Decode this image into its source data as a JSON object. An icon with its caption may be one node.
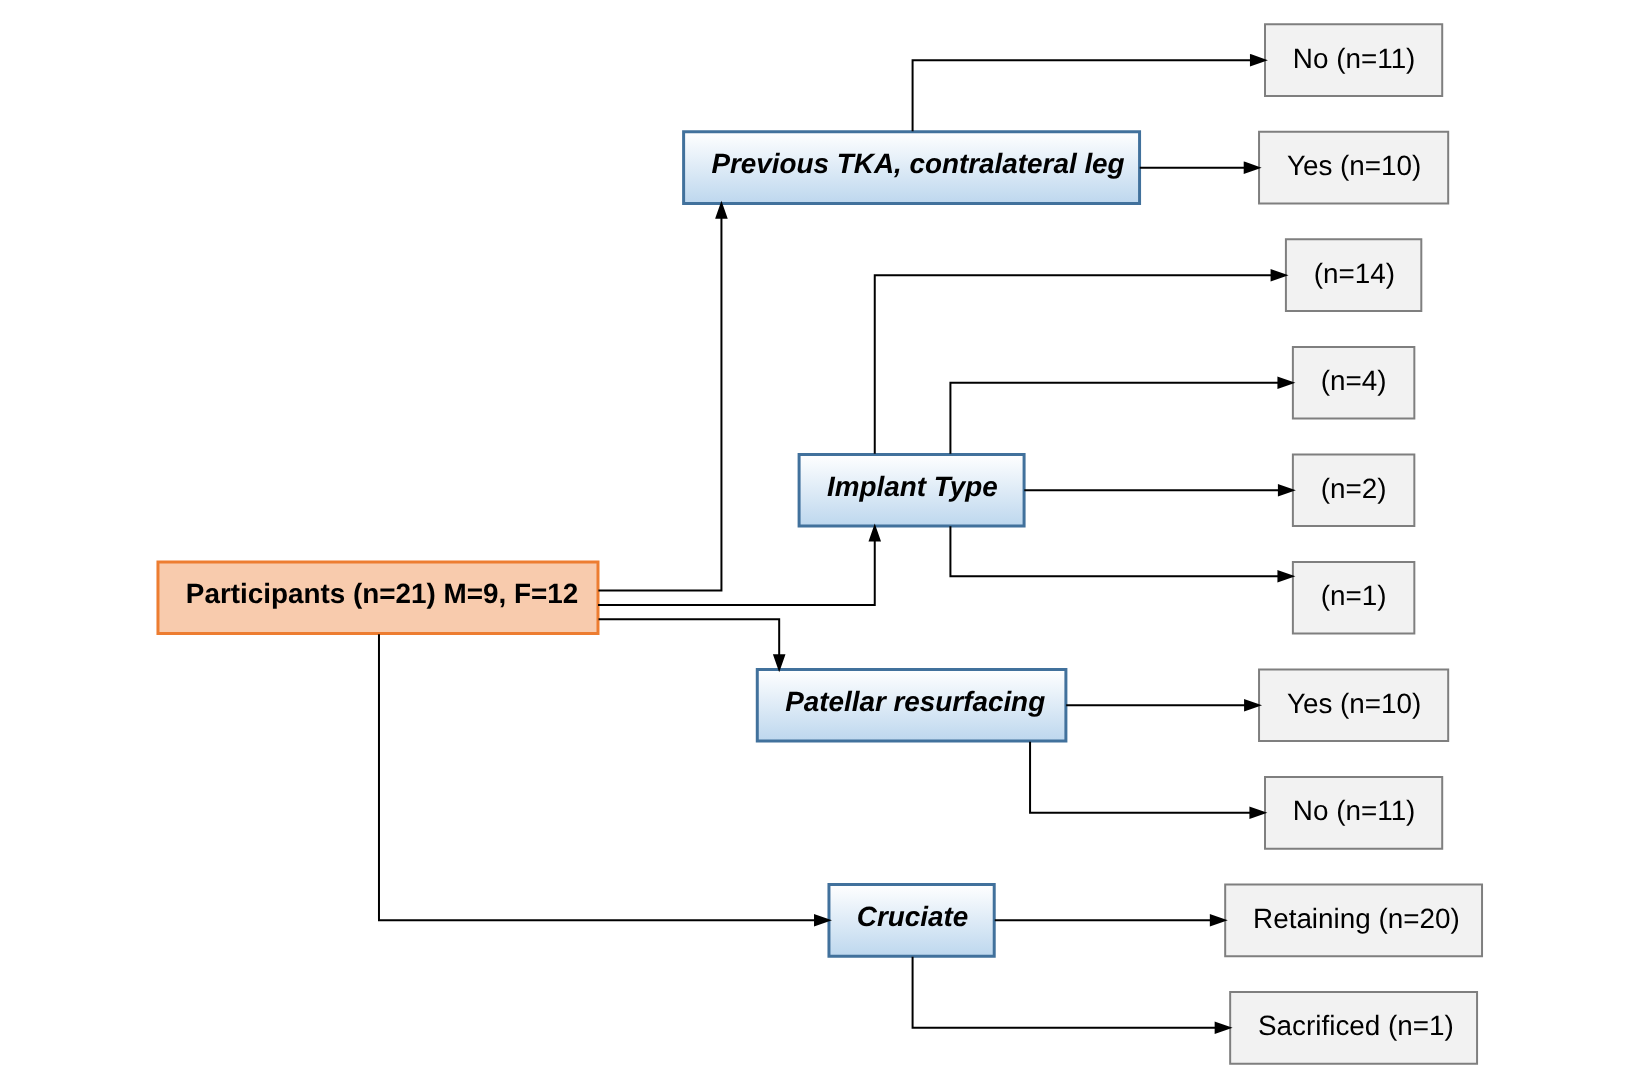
{
  "diagram": {
    "nodes": [
      {
        "text": [
          "No (n=11)"
        ]
      },
      {
        "text": [
          "Yes (n=10)"
        ]
      },
      {
        "text": [
          "Previous TKA, contralateral leg"
        ]
      },
      {
        "text": [
          "Implant Type"
        ]
      },
      {
        "text": [
          "(n=14)"
        ]
      },
      {
        "text": [
          "(n=4)"
        ]
      },
      {
        "text": [
          "(n=2)"
        ]
      },
      {
        "text": [
          "(n=1)"
        ]
      },
      {
        "text": [
          "Participants (n=21) M=9, F=12"
        ]
      },
      {
        "text": [
          "Patellar resurfacing"
        ]
      },
      {
        "text": [
          "Cruciate"
        ]
      },
      {
        "text": [
          "Yes (n=10)"
        ]
      },
      {
        "text": [
          "No (n=11)"
        ]
      },
      {
        "text": [
          "Retaining (n=20)"
        ]
      },
      {
        "text": [
          "Sacrificed (n=1)"
        ]
      }
    ],
    "edges": [
      {
        "from": 8,
        "to": 2,
        "arrow": "to"
      },
      {
        "from": 8,
        "to": 3,
        "arrow": "to"
      },
      {
        "from": 8,
        "to": 9,
        "arrow": "to"
      },
      {
        "from": 8,
        "to": 10,
        "arrow": "to"
      },
      {
        "from": 2,
        "to": 0,
        "arrow": "to"
      },
      {
        "from": 2,
        "to": 1,
        "arrow": "to"
      },
      {
        "from": 3,
        "to": 4,
        "arrow": "to"
      },
      {
        "from": 3,
        "to": 5,
        "arrow": "to"
      },
      {
        "from": 3,
        "to": 6,
        "arrow": "to"
      },
      {
        "from": 3,
        "to": 7,
        "arrow": "to"
      },
      {
        "from": 9,
        "to": 11,
        "arrow": "to"
      },
      {
        "from": 9,
        "to": 12,
        "arrow": "to"
      },
      {
        "from": 10,
        "to": 13,
        "arrow": "to"
      },
      {
        "from": 10,
        "to": 14,
        "arrow": "to"
      }
    ]
  }
}
